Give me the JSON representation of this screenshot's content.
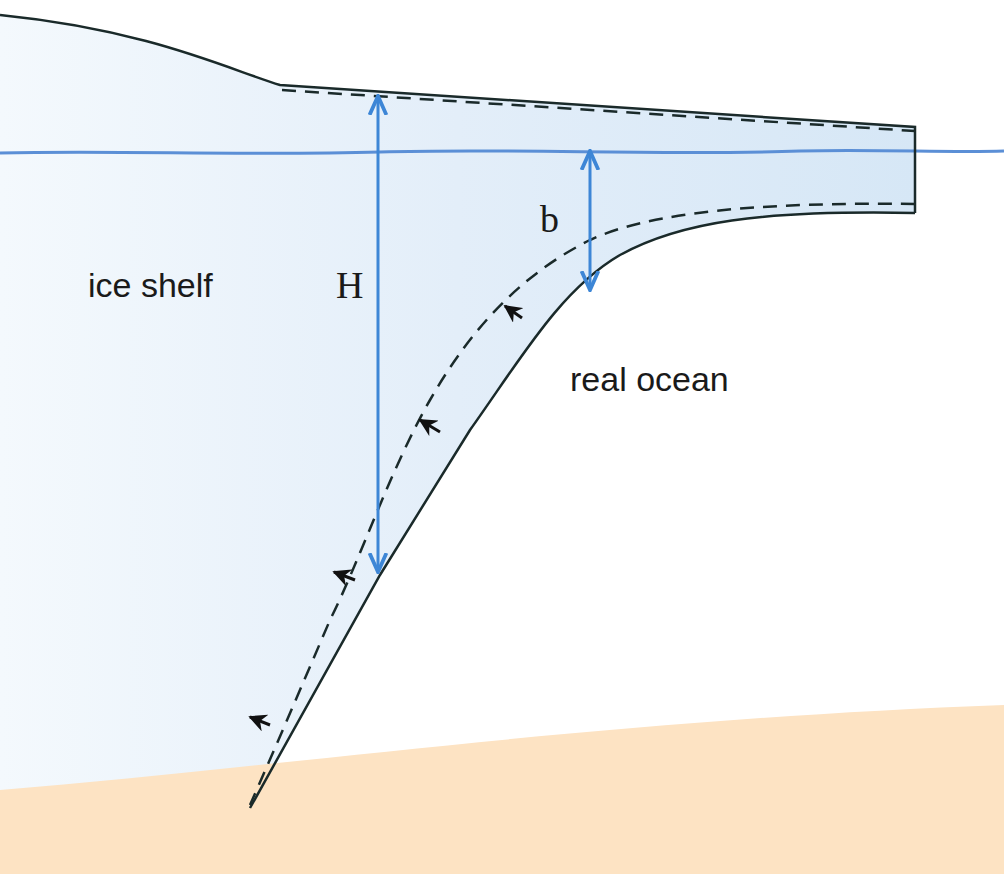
{
  "diagram": {
    "labels": [
      "ice shelf",
      "H",
      "b",
      "real ocean"
    ]
  }
}
